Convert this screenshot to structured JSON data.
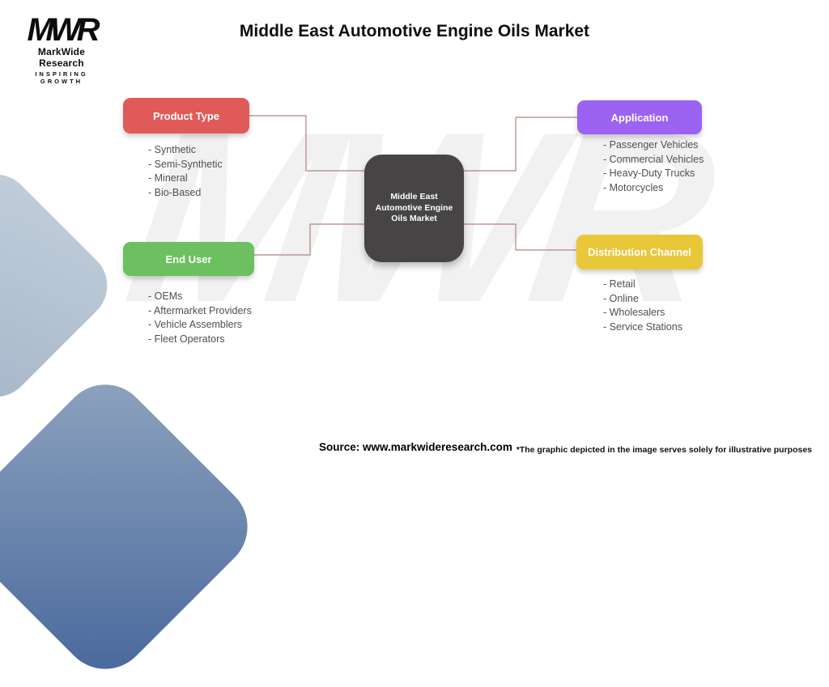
{
  "page": {
    "title": "Middle East Automotive Engine Oils Market",
    "source_label": "Source: www.markwideresearch.com",
    "disclaimer": "*The graphic depicted in the image serves solely for illustrative purposes",
    "watermark": "MWR"
  },
  "logo": {
    "monogram": "MWR",
    "name": "MarkWide Research",
    "tagline": "INSPIRING GROWTH"
  },
  "diagram": {
    "center": {
      "color": "#464444",
      "lines": [
        "Middle East",
        "Automotive Engine",
        "Oils Market"
      ]
    },
    "connector_color": "#b5827f",
    "nodes": [
      {
        "id": "product-type",
        "label": "Product Type",
        "color": "#e05a5a",
        "items": [
          "- Synthetic",
          "- Semi-Synthetic",
          "- Mineral",
          "- Bio-Based"
        ]
      },
      {
        "id": "application",
        "label": "Application",
        "color": "#9b63f2",
        "items": [
          "- Passenger Vehicles",
          "- Commercial Vehicles",
          "- Heavy-Duty Trucks",
          "- Motorcycles"
        ]
      },
      {
        "id": "end-user",
        "label": "End User",
        "color": "#6cc05f",
        "items": [
          "- OEMs",
          "- Aftermarket Providers",
          "- Vehicle Assemblers",
          "- Fleet Operators"
        ]
      },
      {
        "id": "distribution-channel",
        "label": "Distribution Channel",
        "color": "#e8c838",
        "items": [
          "- Retail",
          "- Online",
          "- Wholesalers",
          "- Service Stations"
        ]
      }
    ]
  }
}
